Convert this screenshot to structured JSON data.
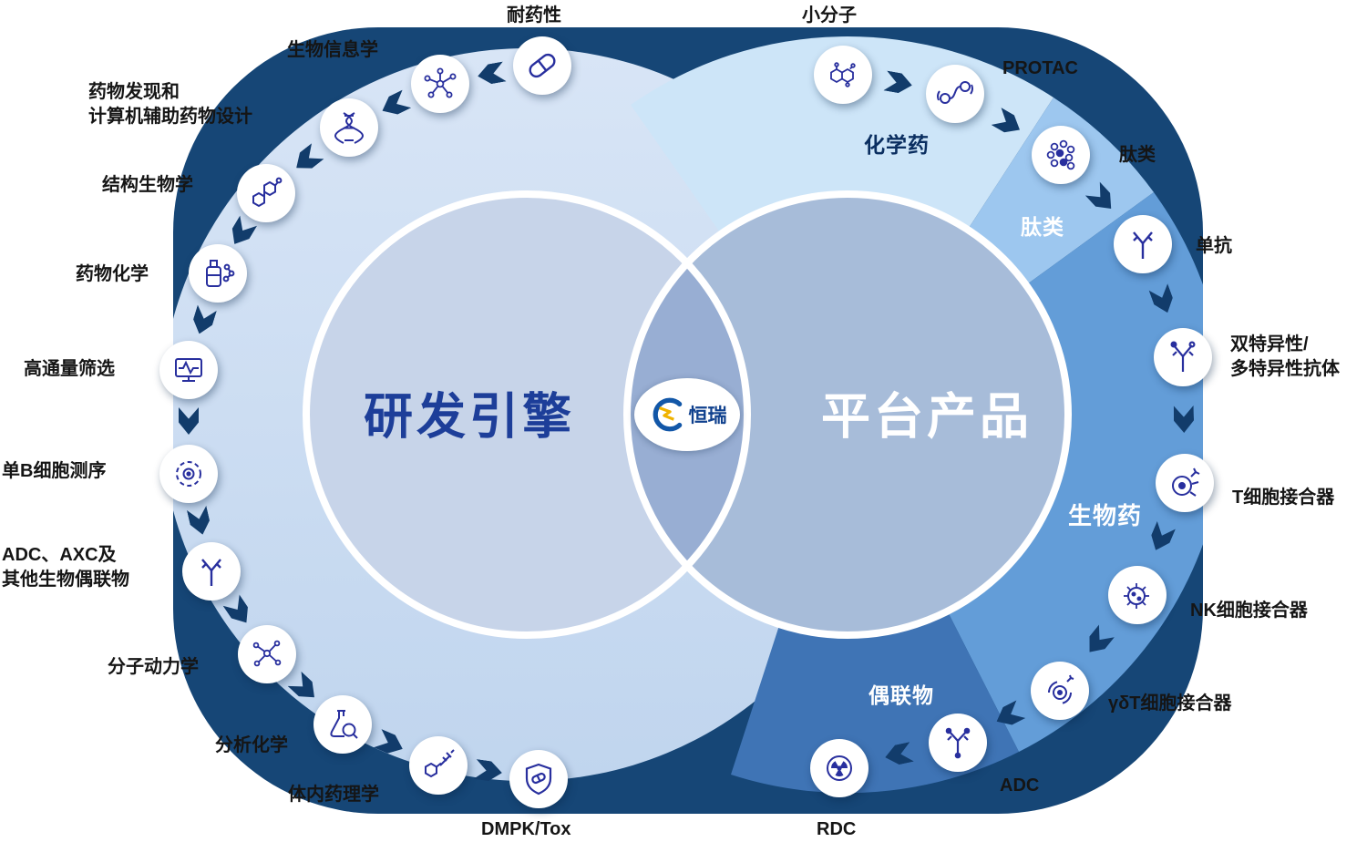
{
  "brand": {
    "name": "恒瑞"
  },
  "venn": {
    "left_title": "研发引擎",
    "right_title": "平台产品"
  },
  "segments": {
    "chemical": "化学药",
    "peptide": "肽类",
    "bio": "生物药",
    "conjugate": "偶联物"
  },
  "left_items": [
    {
      "label": "耐药性",
      "icon": "pill-icon"
    },
    {
      "label": "生物信息学",
      "icon": "network-icon"
    },
    {
      "label": "药物发现和\n计算机辅助药物设计",
      "icon": "dna-icon"
    },
    {
      "label": "结构生物学",
      "icon": "molecule-rings-icon"
    },
    {
      "label": "药物化学",
      "icon": "reagent-bottle-icon"
    },
    {
      "label": "高通量筛选",
      "icon": "screening-monitor-icon"
    },
    {
      "label": "单B细胞测序",
      "icon": "cell-icon"
    },
    {
      "label": "ADC、AXC及\n其他生物偶联物",
      "icon": "antibody-icon"
    },
    {
      "label": "分子动力学",
      "icon": "molecule-icon"
    },
    {
      "label": "分析化学",
      "icon": "flask-magnifier-icon"
    },
    {
      "label": "体内药理学",
      "icon": "syringe-molecule-icon"
    },
    {
      "label": "DMPK/Tox",
      "icon": "shield-icon"
    }
  ],
  "right_items": [
    {
      "label": "小分子",
      "icon": "benzene-icon"
    },
    {
      "label": "PROTAC",
      "icon": "protac-linker-icon"
    },
    {
      "label": "肽类",
      "icon": "peptide-cluster-icon"
    },
    {
      "label": "单抗",
      "icon": "antibody-icon"
    },
    {
      "label": "双特异性/\n多特异性抗体",
      "icon": "bispecific-antibody-icon"
    },
    {
      "label": "T细胞接合器",
      "icon": "t-cell-icon"
    },
    {
      "label": "NK细胞接合器",
      "icon": "nk-cell-icon"
    },
    {
      "label": "γδT细胞接合器",
      "icon": "gdt-cell-icon"
    },
    {
      "label": "ADC",
      "icon": "adc-antibody-icon"
    },
    {
      "label": "RDC",
      "icon": "radiation-icon"
    }
  ],
  "colors": {
    "background_navy": "#164676",
    "left_ring": "#cfdff2",
    "wedge_chemical": "#cde5f8",
    "wedge_peptide": "#9dc7ef",
    "wedge_bio": "#639dd8",
    "wedge_conjugate": "#3f74b5",
    "left_circle_fill": "#c7d4e9",
    "right_circle_fill": "#a7bcd9",
    "overlap_fill": "#98aed3",
    "left_title_color": "#1d3e99",
    "icon_stroke": "#282f9e",
    "arrow": "#123c6b"
  }
}
